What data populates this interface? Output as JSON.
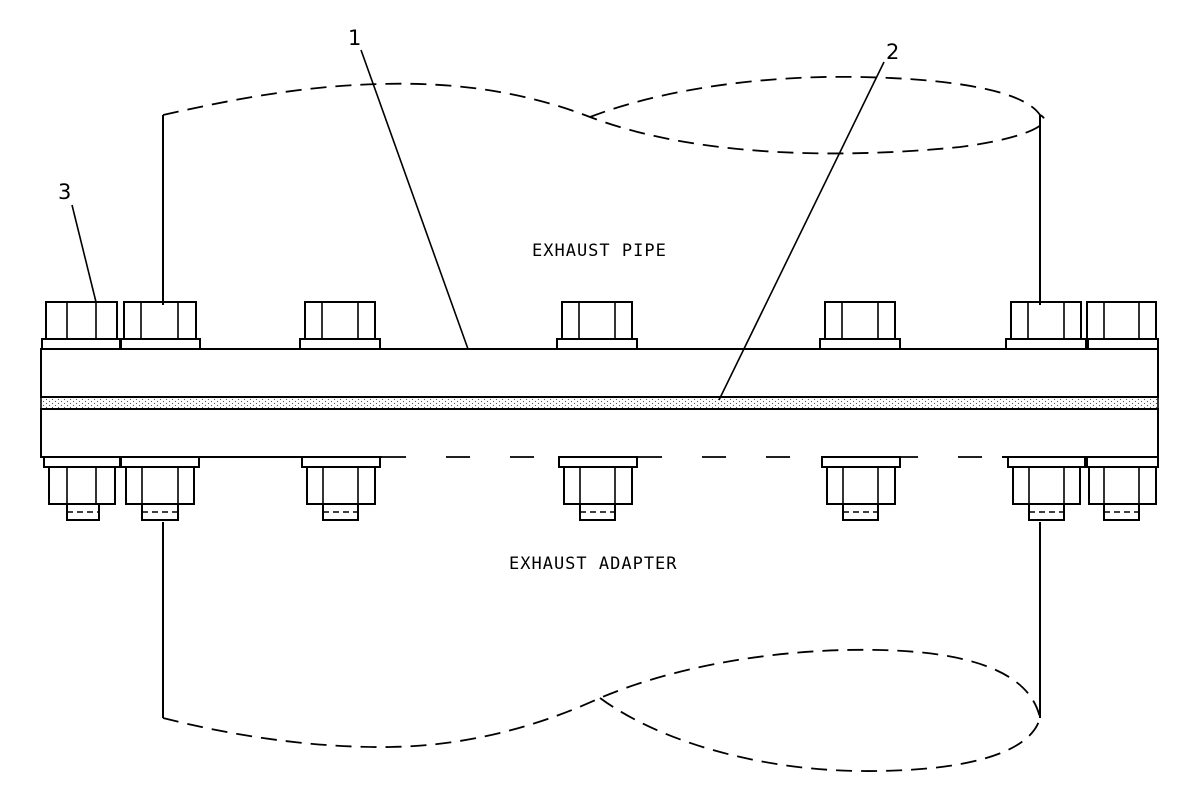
{
  "labels": {
    "upper_part": "EXHAUST PIPE",
    "lower_part": "EXHAUST ADAPTER"
  },
  "callouts": [
    {
      "number": "1",
      "target": "flange-joint-line"
    },
    {
      "number": "2",
      "target": "gasket"
    },
    {
      "number": "3",
      "target": "bolt"
    }
  ],
  "colors": {
    "line": "#000000",
    "background": "#ffffff",
    "gasket_dot": "#555555"
  }
}
